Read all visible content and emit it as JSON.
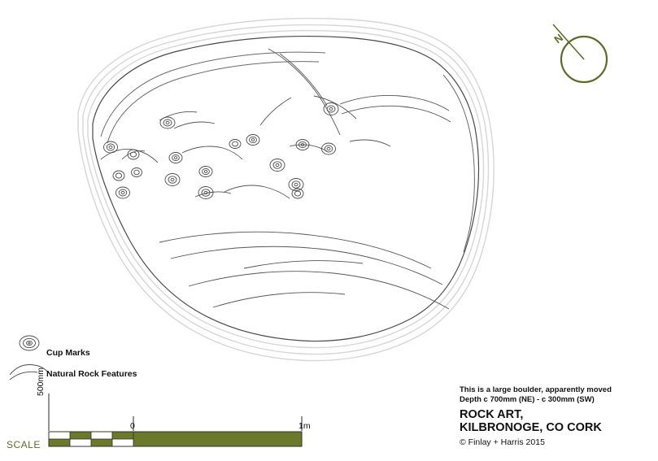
{
  "compass": {
    "north_label": "N",
    "color": "#5f6b27"
  },
  "legend": {
    "items": [
      {
        "icon": "cup-mark-spiral-icon",
        "label": "Cup Marks"
      },
      {
        "icon": "natural-rock-line-icon",
        "label": "Natural Rock Features"
      }
    ]
  },
  "scale": {
    "word": "SCALE",
    "word_color": "#6b7a2a",
    "bar_color": "#6b7a2a",
    "ticks": [
      {
        "label": "500mm",
        "position": "left-vertical"
      },
      {
        "label": "0",
        "position": "middle"
      },
      {
        "label": "1m",
        "position": "right"
      }
    ]
  },
  "caption": {
    "note_line_1": "This is a large boulder, apparently moved",
    "note_line_2": "Depth c 700mm (NE) - c 300mm (SW)",
    "title_line_1": "ROCK ART,",
    "title_line_2": "KILBRONOGE, CO CORK",
    "credit": "© Finlay + Harris 2015"
  },
  "drawing": {
    "type": "archaeological-rock-art-plan",
    "outline_color": "#3a3a3a",
    "shadow_color": "#cfcfcf",
    "background": "#ffffff"
  }
}
